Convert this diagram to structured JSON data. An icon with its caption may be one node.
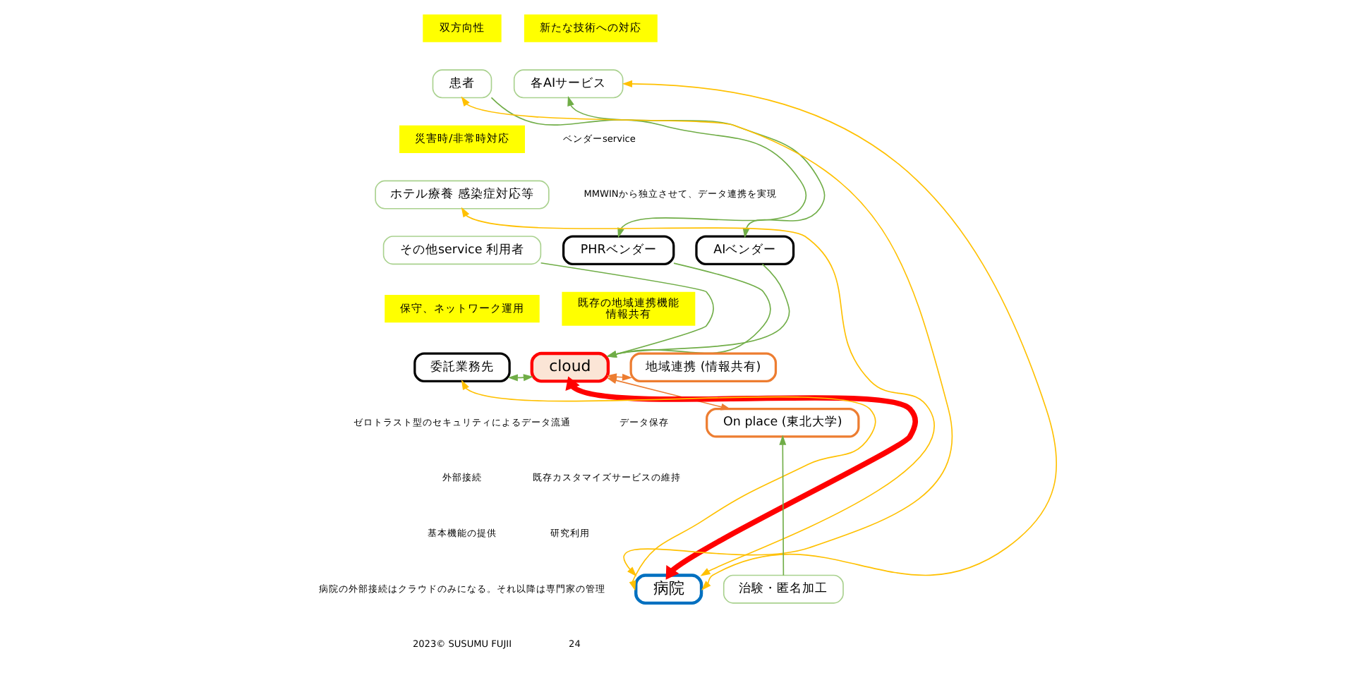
{
  "diagram": {
    "nodes": [
      {
        "text": [
          "患者"
        ],
        "beside": [
          "双方向性"
        ]
      },
      {
        "text": [
          "各AIサービス"
        ],
        "beside": [
          "新たな技術への対応"
        ]
      },
      {
        "text": [
          "ホテル療養 感染症対応等"
        ],
        "beside": [
          "災害時/非常時対応"
        ]
      },
      {
        "text": [
          "その他service 利用者"
        ]
      },
      {
        "text": [
          "PHRベンダー"
        ]
      },
      {
        "text": [
          "AIベンダー"
        ]
      },
      {
        "text": [
          "委託業務先"
        ],
        "beside": [
          "保守、ネットワーク運用"
        ]
      },
      {
        "text": [
          "cloud"
        ]
      },
      {
        "text": [
          "地域連携 (情報共有)"
        ],
        "beside": [
          "既存の地域連携機能",
          "情報共有"
        ]
      },
      {
        "text": [
          "On place (東北大学)"
        ]
      },
      {
        "text": [
          "病院"
        ]
      },
      {
        "text": [
          "治験・匿名加工"
        ]
      }
    ],
    "edges": [
      {
        "from": 0,
        "to": 4,
        "arrow": "to"
      },
      {
        "from": 4,
        "to": 7,
        "arrow": "to"
      },
      {
        "from": 1,
        "to": 5,
        "arrow": "both"
      },
      {
        "from": 5,
        "to": 7,
        "arrow": "to"
      },
      {
        "from": 3,
        "to": 7,
        "arrow": "to"
      },
      {
        "from": 6,
        "to": 7,
        "arrow": "both"
      },
      {
        "from": 7,
        "to": 8,
        "arrow": "both",
        "color": "#ed7d31"
      },
      {
        "from": 7,
        "to": 9,
        "arrow": "both",
        "color": "#ed7d31"
      },
      {
        "from": 7,
        "to": 10,
        "arrow": "both",
        "style": "thick",
        "color": "#ff0000"
      },
      {
        "from": 10,
        "to": 0,
        "arrow": "both",
        "color": "#ffc000"
      },
      {
        "from": 10,
        "to": 2,
        "arrow": "both",
        "color": "#ffc000"
      },
      {
        "from": 10,
        "to": 6,
        "arrow": "both",
        "color": "#ffc000"
      },
      {
        "from": 10,
        "to": 1,
        "arrow": "both",
        "color": "#ffc000"
      },
      {
        "from": 11,
        "to": 9,
        "arrow": "to"
      }
    ],
    "labels": [
      "ベンダーservice",
      "MMWINから独立させて、データ連携を実現",
      "ゼロトラスト型のセキュリティによるデータ流通",
      "データ保存",
      "外部接続",
      "基本機能の提供",
      "既存カスタマイズサービスの維持",
      "研究利用",
      "病院の外部接続はクラウドのみになる。それ以降は専門家の管理",
      "2023© SUSUMU FUJII",
      "24"
    ]
  }
}
